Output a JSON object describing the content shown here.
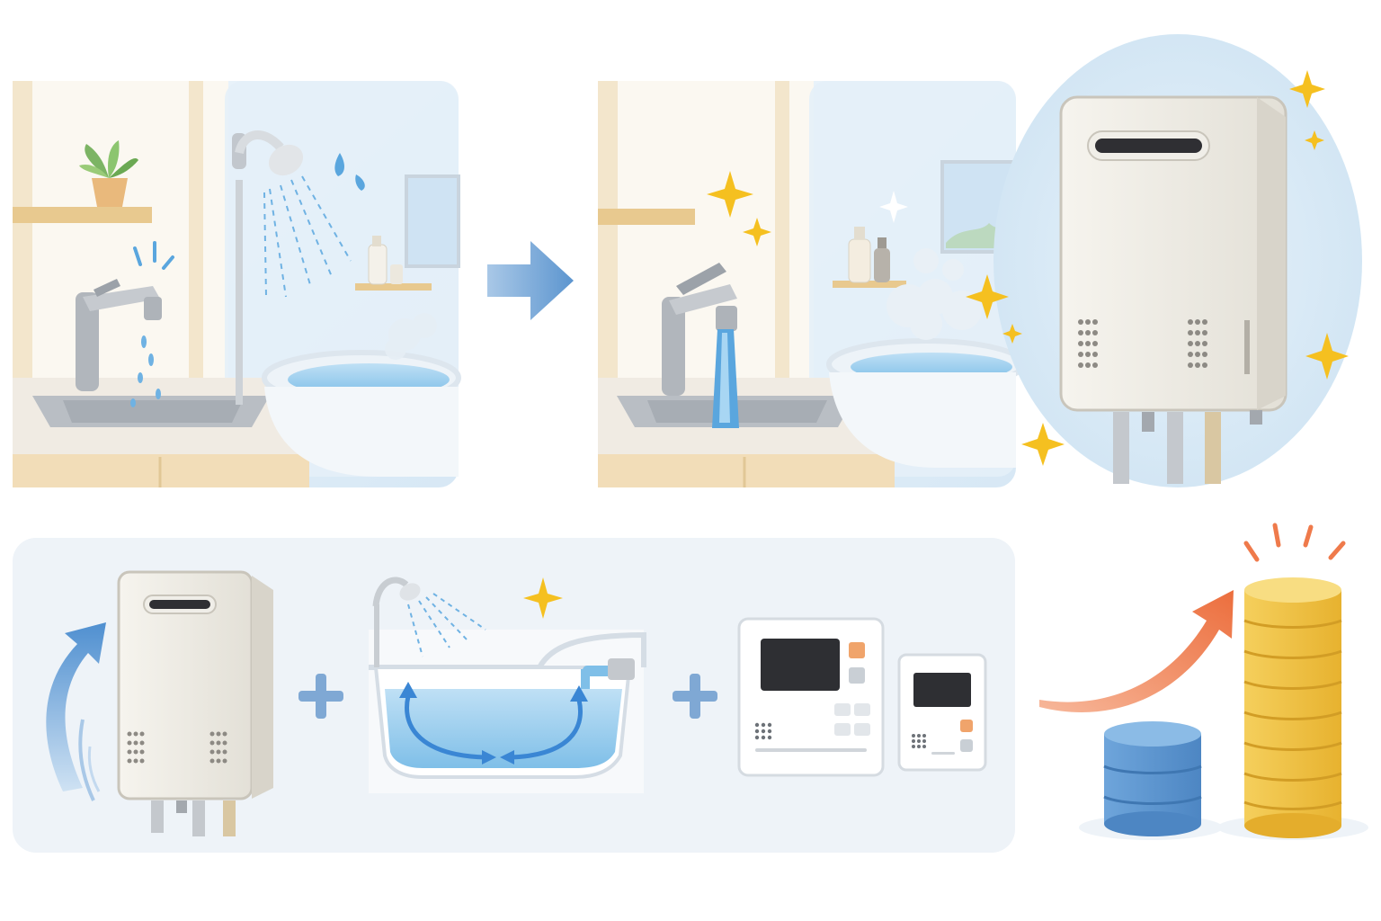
{
  "panels": {
    "before": {
      "scene": "old-kitchen-bathroom"
    },
    "after": {
      "scene": "new-kitchen-bathroom"
    },
    "heater": {
      "unit": "new-water-heater"
    }
  },
  "package": {
    "items": [
      "water-heater",
      "auto-bath-tub",
      "remote-controllers"
    ],
    "operator": "+"
  },
  "savings": {
    "before_stack": 3,
    "after_stack": 8
  },
  "colors": {
    "water": "#8fc8ea",
    "water_dark": "#4a90d9",
    "arrow_blue": "#5b9bd5",
    "arrow_orange": "#ef7a4b",
    "sparkle": "#f5c020",
    "coin_gold": "#f3c443",
    "coin_blue": "#5b94cf",
    "panel_bg": "#eef3f8",
    "wood": "#f1dcb4"
  },
  "icons": [
    "faucet-icon",
    "shower-icon",
    "sparkle-icon",
    "arrow-right-icon",
    "plus-icon",
    "coin-stack-icon",
    "growth-arrow-icon"
  ]
}
